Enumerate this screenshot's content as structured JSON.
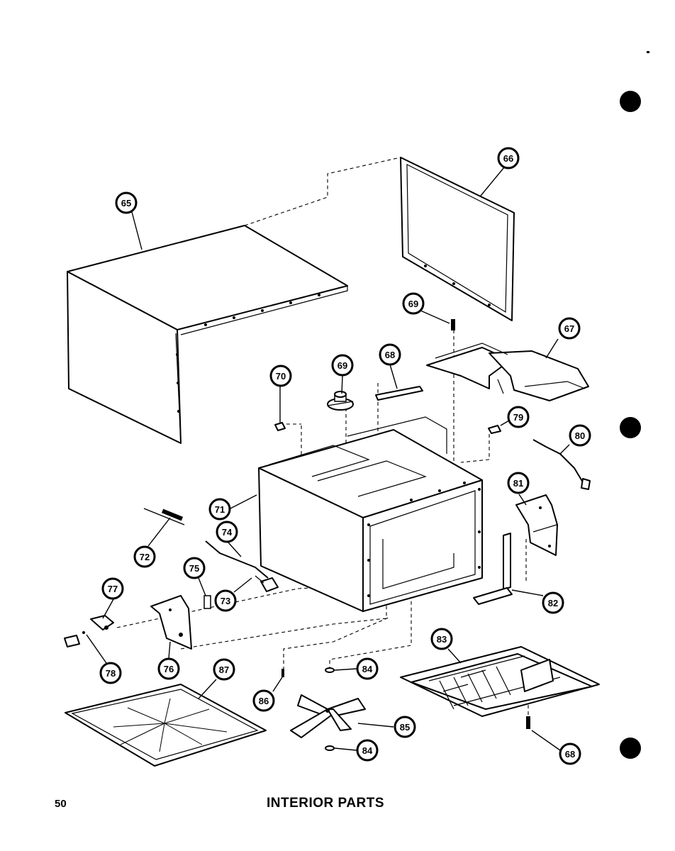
{
  "page": {
    "number": "50",
    "title": "INTERIOR PARTS"
  },
  "callouts": [
    {
      "id": "65",
      "label": "65"
    },
    {
      "id": "66",
      "label": "66"
    },
    {
      "id": "67",
      "label": "67"
    },
    {
      "id": "68a",
      "label": "68"
    },
    {
      "id": "68b",
      "label": "68"
    },
    {
      "id": "69a",
      "label": "69"
    },
    {
      "id": "69b",
      "label": "69"
    },
    {
      "id": "70",
      "label": "70"
    },
    {
      "id": "71",
      "label": "71"
    },
    {
      "id": "72",
      "label": "72"
    },
    {
      "id": "73",
      "label": "73"
    },
    {
      "id": "74",
      "label": "74"
    },
    {
      "id": "75",
      "label": "75"
    },
    {
      "id": "76",
      "label": "76"
    },
    {
      "id": "77",
      "label": "77"
    },
    {
      "id": "78",
      "label": "78"
    },
    {
      "id": "79",
      "label": "79"
    },
    {
      "id": "80",
      "label": "80"
    },
    {
      "id": "81",
      "label": "81"
    },
    {
      "id": "82",
      "label": "82"
    },
    {
      "id": "83",
      "label": "83"
    },
    {
      "id": "84a",
      "label": "84"
    },
    {
      "id": "84b",
      "label": "84"
    },
    {
      "id": "85",
      "label": "85"
    },
    {
      "id": "86",
      "label": "86"
    },
    {
      "id": "87",
      "label": "87"
    }
  ]
}
